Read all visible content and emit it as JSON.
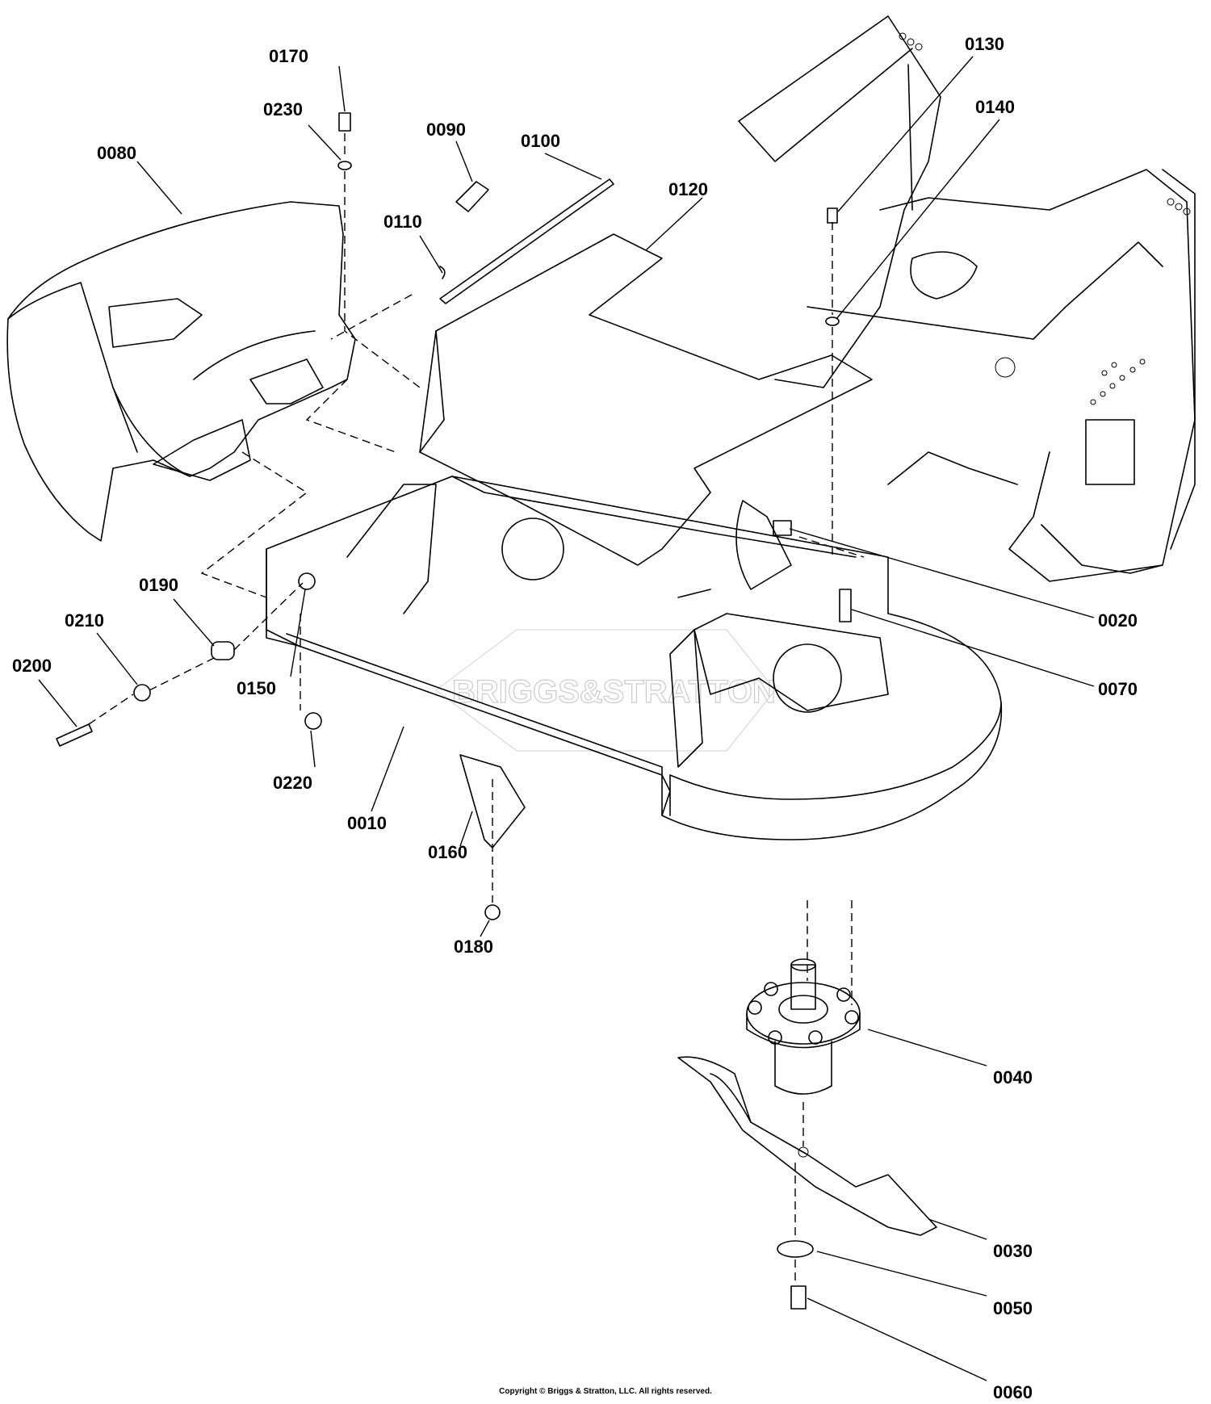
{
  "watermark": "BRIGGS&STRATTON",
  "copyright": "Copyright © Briggs & Stratton, LLC. All rights reserved.",
  "callouts": [
    {
      "id": "0170",
      "label": "0170"
    },
    {
      "id": "0230",
      "label": "0230"
    },
    {
      "id": "0080",
      "label": "0080"
    },
    {
      "id": "0090",
      "label": "0090"
    },
    {
      "id": "0100",
      "label": "0100"
    },
    {
      "id": "0110",
      "label": "0110"
    },
    {
      "id": "0120",
      "label": "0120"
    },
    {
      "id": "0130",
      "label": "0130"
    },
    {
      "id": "0140",
      "label": "0140"
    },
    {
      "id": "0190",
      "label": "0190"
    },
    {
      "id": "0210",
      "label": "0210"
    },
    {
      "id": "0200",
      "label": "0200"
    },
    {
      "id": "0150",
      "label": "0150"
    },
    {
      "id": "0020",
      "label": "0020"
    },
    {
      "id": "0070",
      "label": "0070"
    },
    {
      "id": "0220",
      "label": "0220"
    },
    {
      "id": "0010",
      "label": "0010"
    },
    {
      "id": "0160",
      "label": "0160"
    },
    {
      "id": "0180",
      "label": "0180"
    },
    {
      "id": "0040",
      "label": "0040"
    },
    {
      "id": "0030",
      "label": "0030"
    },
    {
      "id": "0050",
      "label": "0050"
    },
    {
      "id": "0060",
      "label": "0060"
    }
  ]
}
